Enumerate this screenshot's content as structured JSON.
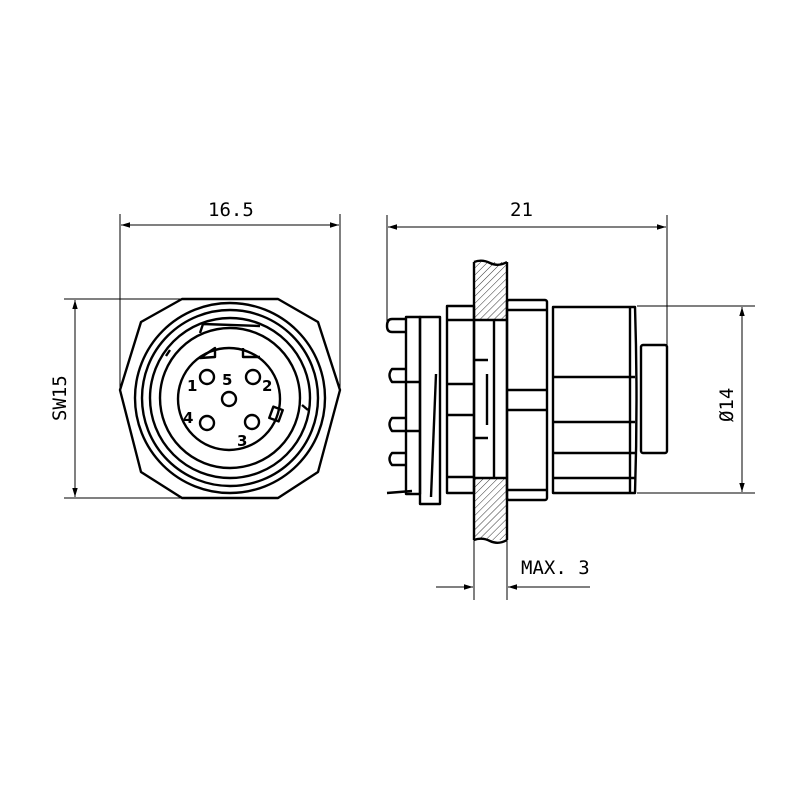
{
  "dimensions": {
    "front_width": "16.5",
    "wrench_size": "SW15",
    "overall_length": "21",
    "diameter": "Ø14",
    "panel_thickness": "MAX. 3"
  },
  "pins": [
    "1",
    "2",
    "3",
    "4",
    "5"
  ],
  "colors": {
    "line": "#000000",
    "background": "#ffffff"
  }
}
